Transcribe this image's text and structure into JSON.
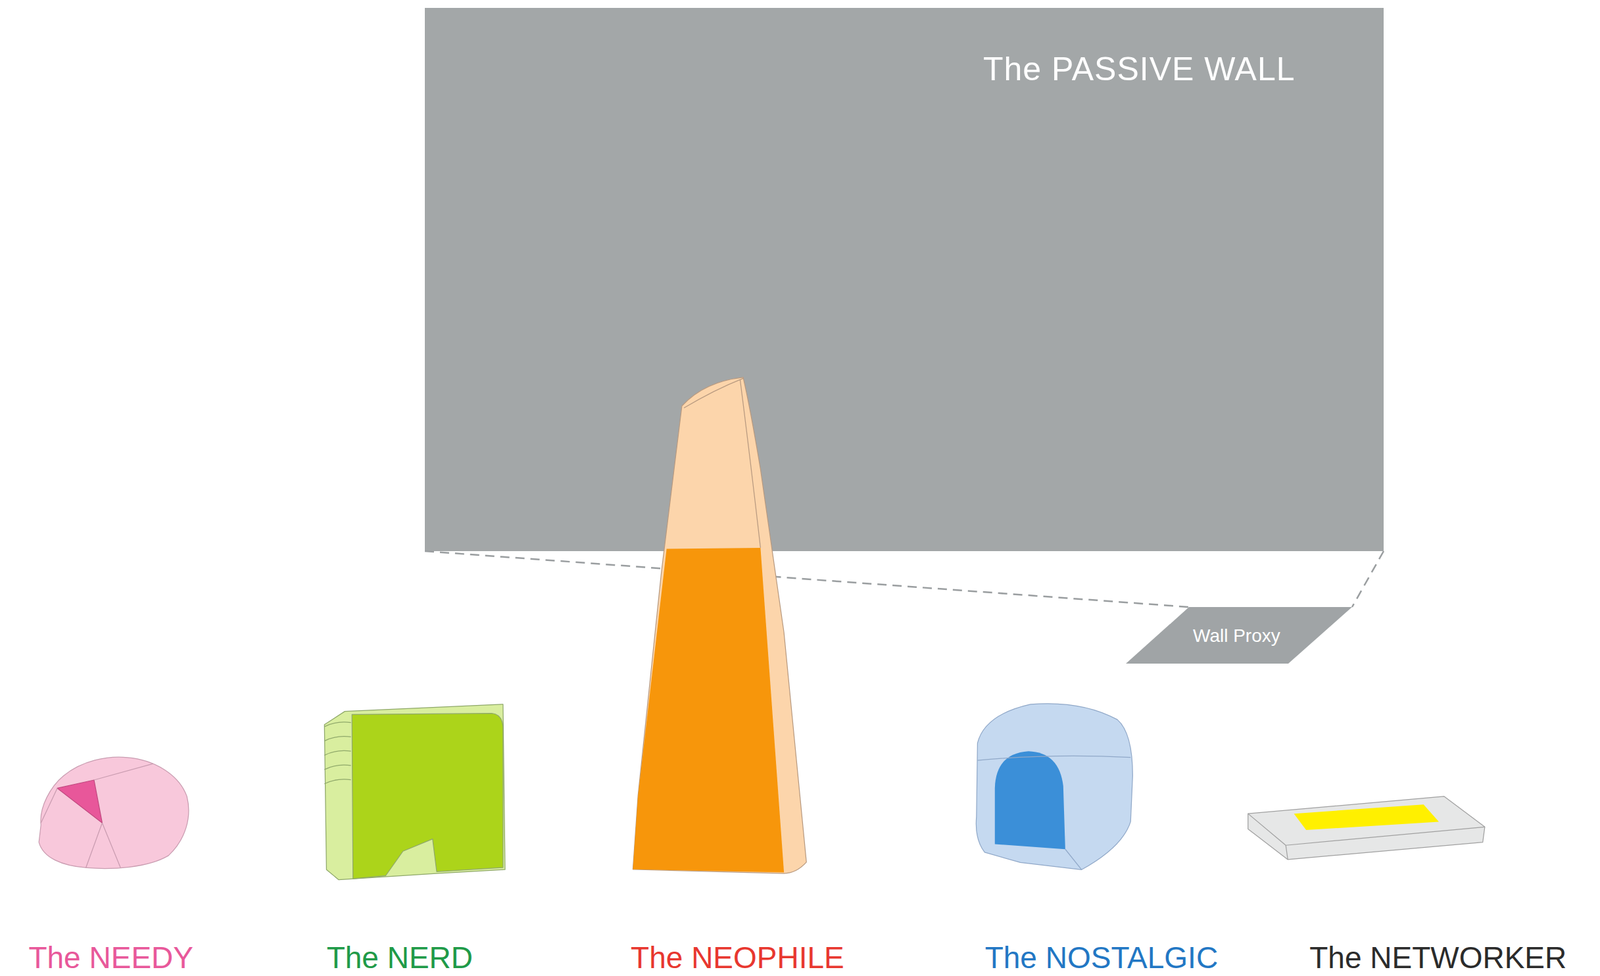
{
  "diagram": {
    "nodes": [
      {
        "text": [
          "The PASSIVE WALL"
        ]
      },
      {
        "text": [
          "Wall Proxy"
        ]
      },
      {
        "text": [
          "The NEEDY"
        ]
      },
      {
        "text": [
          "The NERD"
        ]
      },
      {
        "text": [
          "The NEOPHILE"
        ]
      },
      {
        "text": [
          "The NOSTALGIC"
        ]
      },
      {
        "text": [
          "The NETWORKER"
        ]
      }
    ],
    "edges": [
      {
        "from": 0,
        "to": 1,
        "arrow": "none"
      },
      {
        "from": 0,
        "to": 1,
        "arrow": "none"
      }
    ]
  }
}
